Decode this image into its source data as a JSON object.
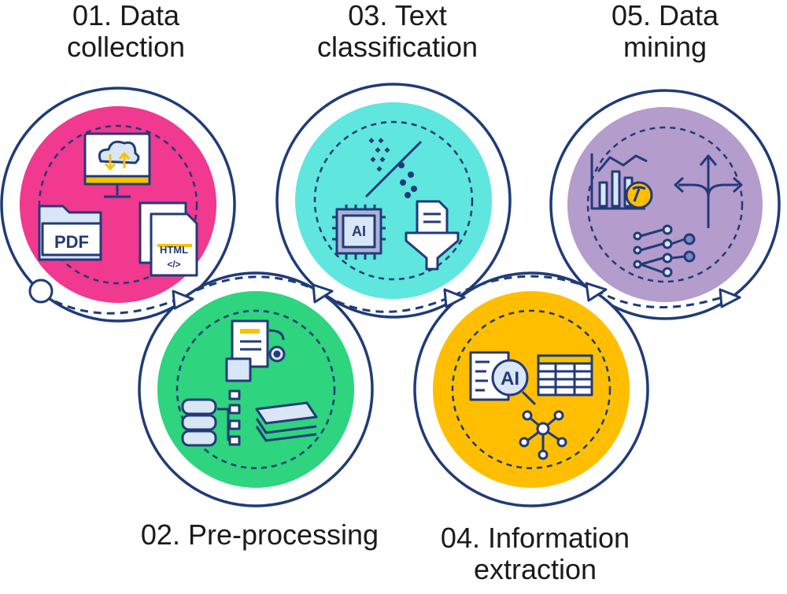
{
  "diagram": {
    "stages": [
      {
        "number": "01.",
        "title_line1": "Data",
        "title_line2": "collection",
        "color": "#f0398f"
      },
      {
        "number": "02.",
        "title_line1": "Pre-processing",
        "title_line2": "",
        "color": "#2ed47e"
      },
      {
        "number": "03.",
        "title_line1": "Text",
        "title_line2": "classification",
        "color": "#5ee6df"
      },
      {
        "number": "04.",
        "title_line1": "Information",
        "title_line2": "extraction",
        "color": "#ffbf00"
      },
      {
        "number": "05.",
        "title_line1": "Data",
        "title_line2": "mining",
        "color": "#b49ccc"
      }
    ],
    "icon_text": {
      "pdf": "PDF",
      "html": "HTML",
      "html_tag": "</>",
      "ai_chip": "AI",
      "ai_lens": "AI"
    },
    "colors": {
      "ring": "#1f3b78",
      "icon_stroke": "#223a7a",
      "icon_fill_light": "#d9e6f5",
      "accent_yellow": "#f5c400"
    }
  }
}
